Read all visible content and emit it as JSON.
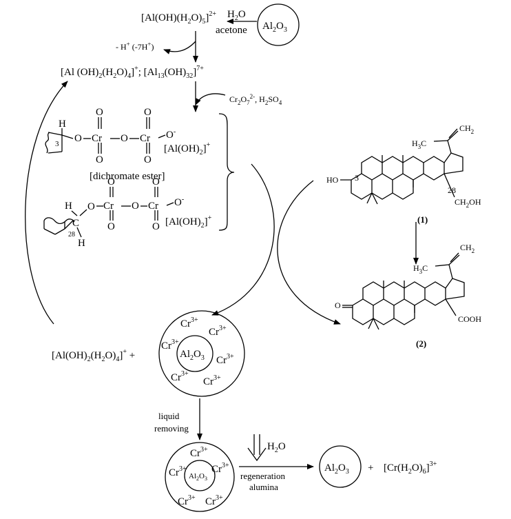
{
  "top": {
    "complex1": "[Al(OH)(H2O)5]2+",
    "reagent_water": "H2O",
    "reagent_acetone": "acetone",
    "alumina": "Al2O3"
  },
  "steps": {
    "deprotonation": "- H+ (-7H+)",
    "al_species": "[Al (OH)2(H2O)4]+; [Al13(OH)32]7+",
    "oxidant": "Cr2O7 2-, H2SO4",
    "dichromate_label": "[dichromate ester]",
    "counter_ion": "[Al(OH)2]+",
    "al_left": "[Al(OH)2(H2O)4]+ +",
    "liquid_removing_1": "liquid",
    "liquid_removing_2": "removing",
    "water": "H2O",
    "regeneration_1": "regeneration",
    "regeneration_2": "alumina",
    "final_alumina": "Al2O3",
    "plus": "+",
    "final_complex": "[Cr(H2O)6]3+"
  },
  "ester": {
    "H": "H",
    "O": "O",
    "Cr": "Cr",
    "Ominus": "O-",
    "pos3": "3",
    "pos28": "28",
    "C": "C"
  },
  "compounds": {
    "c1_label": "(1)",
    "c2_label": "(2)",
    "ho": "HO",
    "pos3": "3",
    "pos28": "28",
    "ch2oh": "CH2OH",
    "cooh": "COOH",
    "o": "O",
    "ch2": "CH2",
    "h3c": "H3C"
  },
  "cr_ion": "Cr3+",
  "particle_alumina": "Al2O3"
}
